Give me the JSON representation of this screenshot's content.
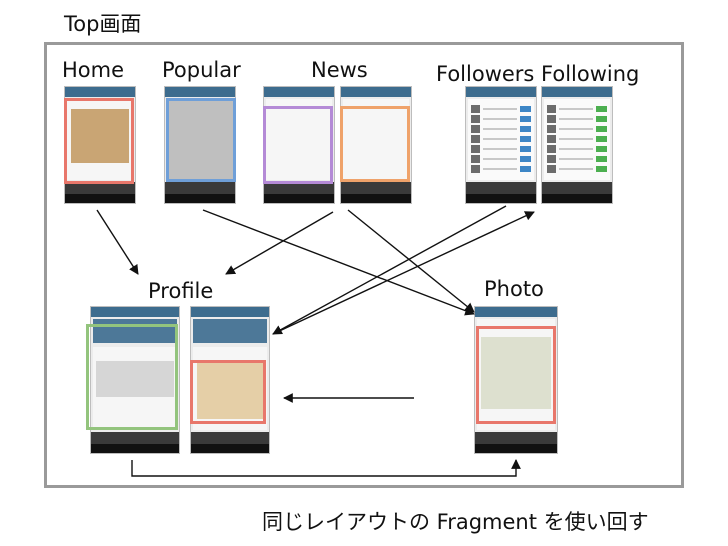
{
  "title": "Top画面",
  "labels": {
    "home": "Home",
    "popular": "Popular",
    "news": "News",
    "followers_following": "Followers Following",
    "profile": "Profile",
    "photo": "Photo"
  },
  "caption": "同じレイアウトの Fragment を使い回す",
  "colors": {
    "frame": "#9a9a9a",
    "highlight_red": "#e8776b",
    "highlight_blue": "#6f9fd8",
    "highlight_purple": "#b48ad6",
    "highlight_orange": "#efa26a",
    "highlight_green": "#93c47d",
    "follow_button_blue": "#3d86c6",
    "following_button_green": "#4caf50"
  }
}
